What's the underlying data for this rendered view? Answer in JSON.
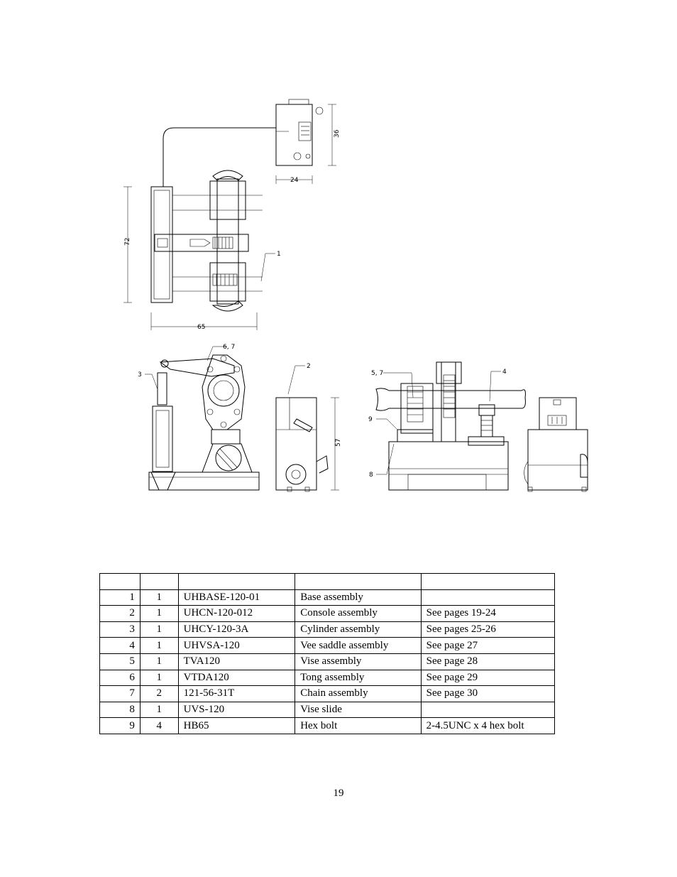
{
  "drawing": {
    "dimensions": {
      "console_height": "36",
      "console_width": "24",
      "machine_length": "72",
      "machine_width": "65",
      "machine_height": "57"
    },
    "callouts": {
      "c1": "1",
      "c2": "2",
      "c3": "3",
      "c4": "4",
      "c57": "5, 7",
      "c67": "6, 7",
      "c8": "8",
      "c9": "9"
    }
  },
  "parts_table": {
    "rows": [
      {
        "item": "1",
        "qty": "1",
        "part_number": "UHBASE-120-01",
        "description": "Base assembly",
        "notes": ""
      },
      {
        "item": "2",
        "qty": "1",
        "part_number": "UHCN-120-012",
        "description": "Console assembly",
        "notes": "See pages 19-24"
      },
      {
        "item": "3",
        "qty": "1",
        "part_number": "UHCY-120-3A",
        "description": "Cylinder assembly",
        "notes": "See pages 25-26"
      },
      {
        "item": "4",
        "qty": "1",
        "part_number": "UHVSA-120",
        "description": "Vee saddle assembly",
        "notes": "See page 27"
      },
      {
        "item": "5",
        "qty": "1",
        "part_number": "TVA120",
        "description": "Vise assembly",
        "notes": "See page 28"
      },
      {
        "item": "6",
        "qty": "1",
        "part_number": "VTDA120",
        "description": "Tong assembly",
        "notes": "See page 29"
      },
      {
        "item": "7",
        "qty": "2",
        "part_number": "121-56-31T",
        "description": "Chain assembly",
        "notes": "See page 30"
      },
      {
        "item": "8",
        "qty": "1",
        "part_number": "UVS-120",
        "description": "Vise slide",
        "notes": ""
      },
      {
        "item": "9",
        "qty": "4",
        "part_number": "HB65",
        "description": "Hex bolt",
        "notes": "2-4.5UNC x 4 hex bolt"
      }
    ]
  },
  "page_number": "19"
}
